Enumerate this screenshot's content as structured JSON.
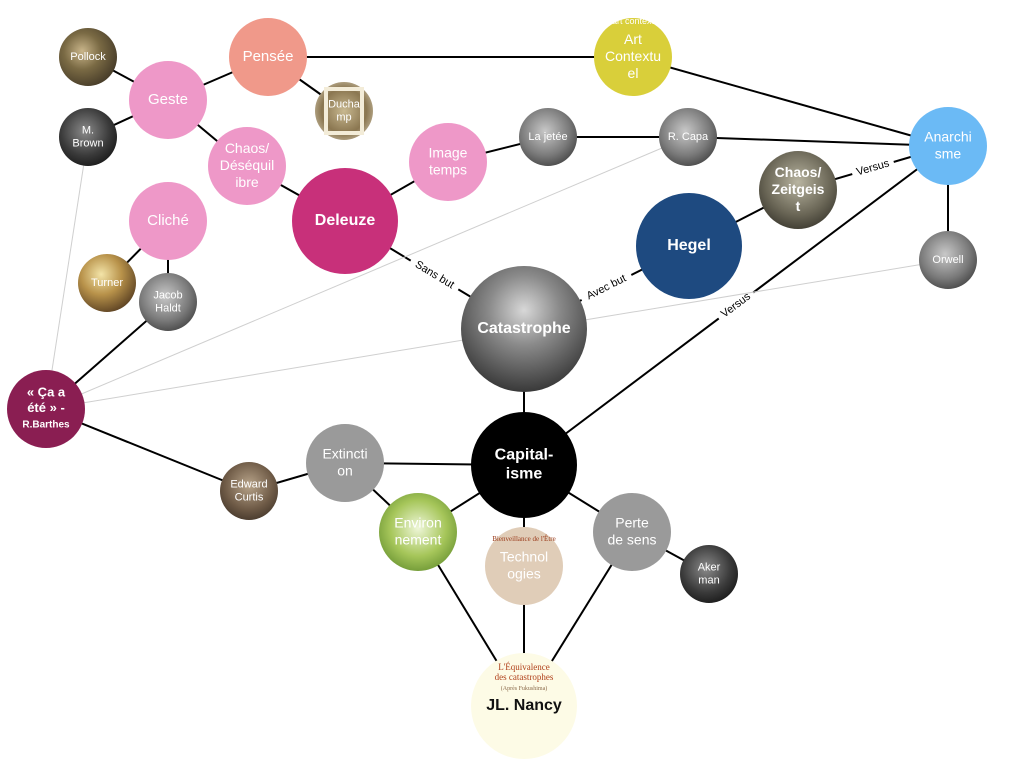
{
  "nodes": [
    {
      "id": "pollock",
      "label": "Pollock",
      "kind": "image",
      "color": "#8a7a52"
    },
    {
      "id": "pensee",
      "label": "Pensée",
      "kind": "concept",
      "color": "#f0998a"
    },
    {
      "id": "art",
      "label": "Art Contextuel",
      "kind": "image",
      "color": "#d9cf3a"
    },
    {
      "id": "geste",
      "label": "Geste",
      "kind": "concept",
      "color": "#ee98c8"
    },
    {
      "id": "duchamp",
      "label": "Duchamp",
      "kind": "image",
      "color": "#7a6a4a"
    },
    {
      "id": "mbrown",
      "label": "M. Brown",
      "kind": "image",
      "color": "#4a4a4a"
    },
    {
      "id": "chaos_deseq",
      "label": "Chaos/ Déséquilibre",
      "kind": "concept",
      "color": "#ee98c8"
    },
    {
      "id": "image_temps",
      "label": "Image temps",
      "kind": "concept",
      "color": "#ee98c8"
    },
    {
      "id": "lajetee",
      "label": "La jetée",
      "kind": "image",
      "color": "#6e6e6e"
    },
    {
      "id": "rcapa",
      "label": "R. Capa",
      "kind": "image",
      "color": "#8e8a80"
    },
    {
      "id": "anarchisme",
      "label": "Anarchisme",
      "kind": "concept",
      "color": "#6bbaf5"
    },
    {
      "id": "cliche",
      "label": "Cliché",
      "kind": "concept",
      "color": "#ee98c8"
    },
    {
      "id": "deleuze",
      "label": "Deleuze",
      "kind": "concept",
      "color": "#c8307a"
    },
    {
      "id": "chaos_zeit",
      "label": "Chaos/ Zeitgeist",
      "kind": "image",
      "color": "#5a5a4a"
    },
    {
      "id": "hegel",
      "label": "Hegel",
      "kind": "concept",
      "color": "#1e4a80"
    },
    {
      "id": "turner",
      "label": "Turner",
      "kind": "image",
      "color": "#b89a50"
    },
    {
      "id": "jacob",
      "label": "Jacob Haldt",
      "kind": "image",
      "color": "#7a7a78"
    },
    {
      "id": "orwell",
      "label": "Orwell",
      "kind": "image",
      "color": "#8a8a8a"
    },
    {
      "id": "catastrophe",
      "label": "Catastrophe",
      "kind": "image",
      "color": "#555555"
    },
    {
      "id": "barthes",
      "label": "« Ça a été » - R.Barthes",
      "kind": "concept",
      "color": "#8a1e52"
    },
    {
      "id": "capitalisme",
      "label": "Capital- isme",
      "kind": "concept",
      "color": "#000000"
    },
    {
      "id": "extinction",
      "label": "Extinction",
      "kind": "concept",
      "color": "#9a9a9a"
    },
    {
      "id": "curtis",
      "label": "Edward Curtis",
      "kind": "image",
      "color": "#6a5a4a"
    },
    {
      "id": "environnement",
      "label": "Environnement",
      "kind": "image",
      "color": "#a8c858"
    },
    {
      "id": "technologies",
      "label": "Technologies",
      "kind": "concept",
      "color": "#e0cdb8"
    },
    {
      "id": "perte",
      "label": "Perte de sens",
      "kind": "concept",
      "color": "#9a9a9a"
    },
    {
      "id": "akerman",
      "label": "Akerman",
      "kind": "image",
      "color": "#2a2a2a"
    },
    {
      "id": "nancy",
      "label": "JL. Nancy",
      "kind": "image",
      "color": "#fdfbe6"
    }
  ],
  "book_texts": {
    "technologies_cover": "Bienveillance de l'Être",
    "nancy_cover_title": "L'Équivalence des catastrophes",
    "nancy_cover_subtitle": "(Après Fukushima)",
    "art_cover": "art contextuel"
  },
  "edges": [
    {
      "from": "pollock",
      "to": "geste",
      "style": "strong"
    },
    {
      "from": "geste",
      "to": "pensee",
      "style": "strong"
    },
    {
      "from": "pensee",
      "to": "duchamp",
      "style": "strong"
    },
    {
      "from": "pensee",
      "to": "art",
      "style": "strong"
    },
    {
      "from": "art",
      "to": "anarchisme",
      "style": "strong"
    },
    {
      "from": "mbrown",
      "to": "geste",
      "style": "strong"
    },
    {
      "from": "geste",
      "to": "chaos_deseq",
      "style": "strong"
    },
    {
      "from": "chaos_deseq",
      "to": "deleuze",
      "style": "strong"
    },
    {
      "from": "deleuze",
      "to": "image_temps",
      "style": "strong"
    },
    {
      "from": "image_temps",
      "to": "lajetee",
      "style": "strong"
    },
    {
      "from": "lajetee",
      "to": "rcapa",
      "style": "strong"
    },
    {
      "from": "rcapa",
      "to": "anarchisme",
      "style": "strong"
    },
    {
      "from": "chaos_zeit",
      "to": "anarchisme",
      "style": "strong",
      "label": "Versus"
    },
    {
      "from": "hegel",
      "to": "chaos_zeit",
      "style": "strong"
    },
    {
      "from": "anarchisme",
      "to": "orwell",
      "style": "strong"
    },
    {
      "from": "anarchisme",
      "to": "capitalisme",
      "style": "strong",
      "label": "Versus"
    },
    {
      "from": "cliche",
      "to": "turner",
      "style": "strong"
    },
    {
      "from": "cliche",
      "to": "jacob",
      "style": "strong"
    },
    {
      "from": "jacob",
      "to": "barthes",
      "style": "strong"
    },
    {
      "from": "deleuze",
      "to": "catastrophe",
      "style": "strong",
      "label": "Sans but"
    },
    {
      "from": "hegel",
      "to": "catastrophe",
      "style": "strong",
      "label": "Avec but"
    },
    {
      "from": "catastrophe",
      "to": "capitalisme",
      "style": "strong"
    },
    {
      "from": "barthes",
      "to": "curtis",
      "style": "strong"
    },
    {
      "from": "curtis",
      "to": "extinction",
      "style": "strong"
    },
    {
      "from": "extinction",
      "to": "capitalisme",
      "style": "strong"
    },
    {
      "from": "extinction",
      "to": "environnement",
      "style": "strong"
    },
    {
      "from": "capitalisme",
      "to": "environnement",
      "style": "strong"
    },
    {
      "from": "capitalisme",
      "to": "technologies",
      "style": "strong"
    },
    {
      "from": "capitalisme",
      "to": "perte",
      "style": "strong"
    },
    {
      "from": "perte",
      "to": "akerman",
      "style": "strong"
    },
    {
      "from": "environnement",
      "to": "nancy",
      "style": "strong"
    },
    {
      "from": "technologies",
      "to": "nancy",
      "style": "strong"
    },
    {
      "from": "perte",
      "to": "nancy",
      "style": "strong"
    },
    {
      "from": "mbrown",
      "to": "barthes",
      "style": "light"
    },
    {
      "from": "barthes",
      "to": "rcapa",
      "style": "light"
    },
    {
      "from": "barthes",
      "to": "orwell",
      "style": "light"
    }
  ]
}
